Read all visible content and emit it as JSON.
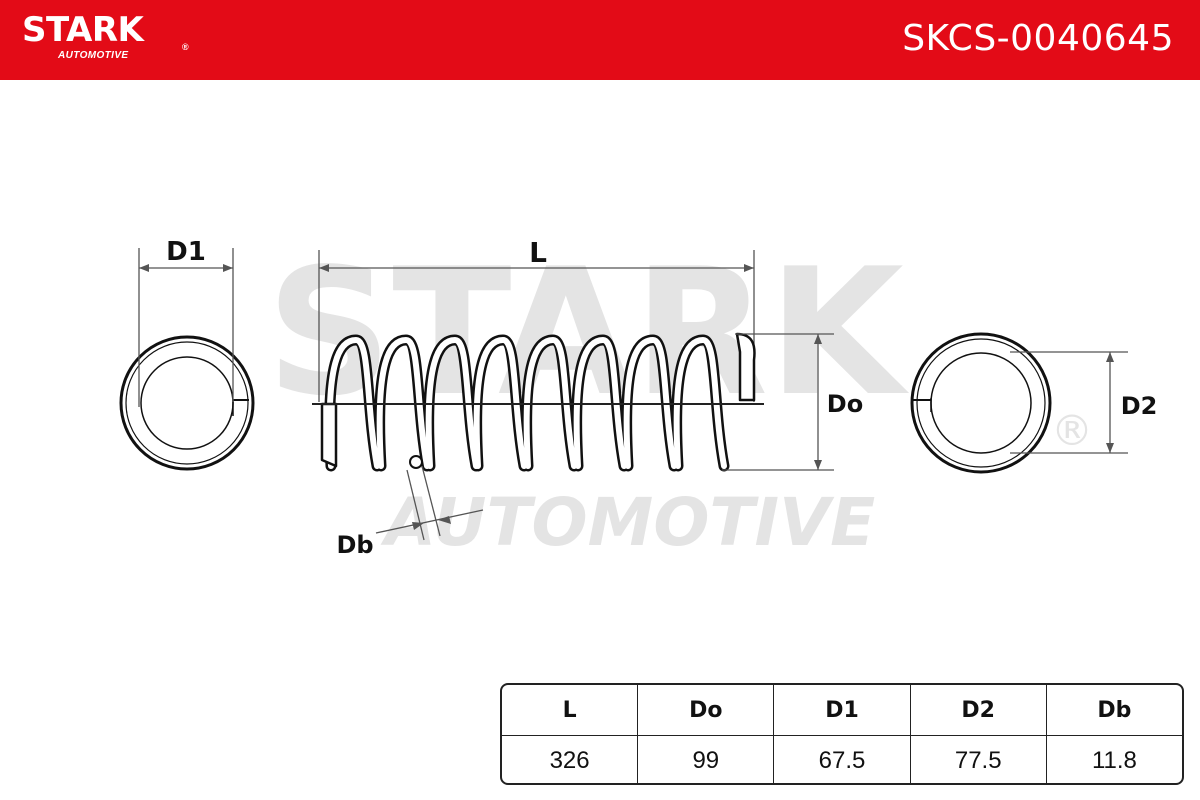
{
  "header": {
    "brand": "STARK",
    "brand_registered": "®",
    "brand_sub": "AUTOMOTIVE",
    "part_number": "SKCS-0040645",
    "color": "#e30b17"
  },
  "watermark": {
    "brand": "STARK",
    "sub": "AUTOMOTIVE",
    "registered": "®"
  },
  "diagram": {
    "labels": {
      "d1": "D1",
      "l": "L",
      "do": "Do",
      "d2": "D2",
      "db": "Db"
    }
  },
  "spec_table": {
    "headers": [
      "L",
      "Do",
      "D1",
      "D2",
      "Db"
    ],
    "values": [
      "326",
      "99",
      "67.5",
      "77.5",
      "11.8"
    ]
  }
}
